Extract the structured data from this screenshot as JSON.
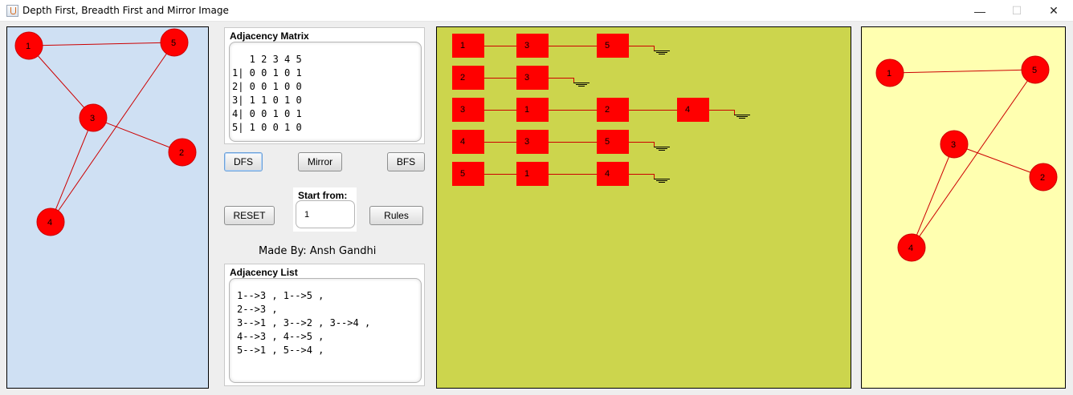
{
  "window": {
    "title": "Depth First, Breadth First and Mirror Image",
    "minimize": "—",
    "maximize": "☐",
    "close": "✕"
  },
  "matrix": {
    "title": "Adjacency Matrix",
    "text": "   1 2 3 4 5\n1| 0 0 1 0 1\n2| 0 0 1 0 0\n3| 1 1 0 1 0\n4| 0 0 1 0 1\n5| 1 0 0 1 0"
  },
  "buttons": {
    "dfs": "DFS",
    "mirror": "Mirror",
    "bfs": "BFS",
    "reset": "RESET",
    "rules": "Rules"
  },
  "start": {
    "title": "Start from:",
    "value": "1"
  },
  "made_by": "Made By:  Ansh Gandhi",
  "list": {
    "title": "Adjacency List",
    "text": "1-->3 , 1-->5 ,\n2-->3 ,\n3-->1 , 3-->2 , 3-->4 ,\n4-->3 , 4-->5 ,\n5-->1 , 5-->4 ,"
  },
  "graph_left": {
    "nodes": [
      "1",
      "5",
      "3",
      "2",
      "4"
    ],
    "edges": [
      [
        "1",
        "5"
      ],
      [
        "1",
        "3"
      ],
      [
        "3",
        "2"
      ],
      [
        "3",
        "4"
      ],
      [
        "5",
        "4"
      ]
    ]
  },
  "graph_right": {
    "nodes": [
      "1",
      "5",
      "3",
      "2",
      "4"
    ],
    "edges": [
      [
        "1",
        "5"
      ],
      [
        "3",
        "2"
      ],
      [
        "3",
        "4"
      ],
      [
        "5",
        "4"
      ]
    ]
  },
  "adjacency_rows": [
    [
      "1",
      "3",
      "5"
    ],
    [
      "2",
      "3"
    ],
    [
      "3",
      "1",
      "2",
      "4"
    ],
    [
      "4",
      "3",
      "5"
    ],
    [
      "5",
      "1",
      "4"
    ]
  ],
  "colors": {
    "node": "#ff0000",
    "edge": "#cc0000",
    "left_panel": "#cfe0f3",
    "center_panel": "#ccd54d",
    "right_panel": "#ffffb0"
  }
}
